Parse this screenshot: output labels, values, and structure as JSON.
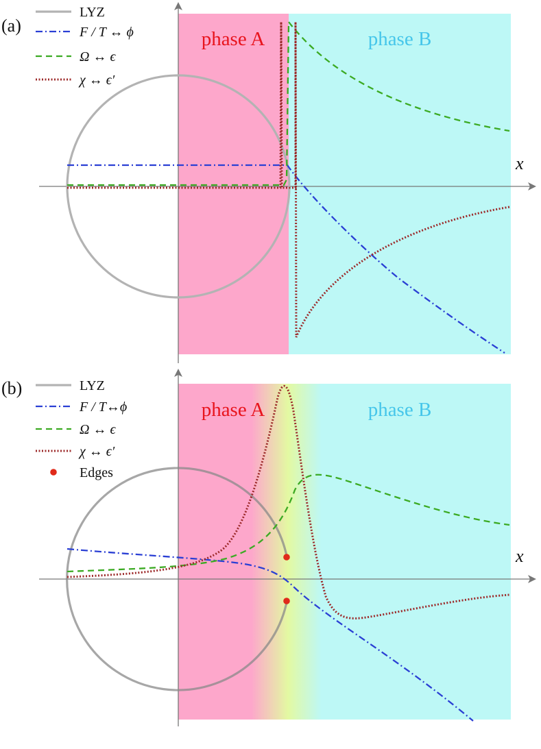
{
  "panels": [
    {
      "id": "a",
      "label": "(a)",
      "phase_a": "phase A",
      "phase_b": "phase B",
      "axis_label": "x",
      "legend": [
        {
          "key": "lyz",
          "label": "LYZ",
          "color": "#b3b3b3",
          "style": "solid"
        },
        {
          "key": "ft",
          "label": "F / T ↔ ϕ",
          "color": "#2a3fd4",
          "style": "dashdot"
        },
        {
          "key": "omega",
          "label": "Ω ↔ ϵ",
          "color": "#3caa23",
          "style": "dashed"
        },
        {
          "key": "chi",
          "label": "χ ↔ ϵ′",
          "color": "#9c2a2a",
          "style": "dotted"
        }
      ]
    },
    {
      "id": "b",
      "label": "(b)",
      "phase_a": "phase A",
      "phase_b": "phase B",
      "axis_label": "x",
      "legend": [
        {
          "key": "lyz",
          "label": "LYZ",
          "color": "#b3b3b3",
          "style": "solid"
        },
        {
          "key": "ft",
          "label": "F / T↔ϕ",
          "color": "#2a3fd4",
          "style": "dashdot"
        },
        {
          "key": "omega",
          "label": "Ω ↔ ϵ",
          "color": "#3caa23",
          "style": "dashed"
        },
        {
          "key": "chi",
          "label": "χ ↔ ϵ′",
          "color": "#9c2a2a",
          "style": "dotted"
        },
        {
          "key": "edges",
          "label": "Edges",
          "color": "#e02a1a",
          "style": "marker"
        }
      ]
    }
  ],
  "colors": {
    "phase_a_fill": "#fda7cb",
    "phase_b_fill": "#bdf8f6",
    "transition_fill": "#e3f9a2",
    "axis": "#777777",
    "edge_point": "#e02a1a"
  }
}
